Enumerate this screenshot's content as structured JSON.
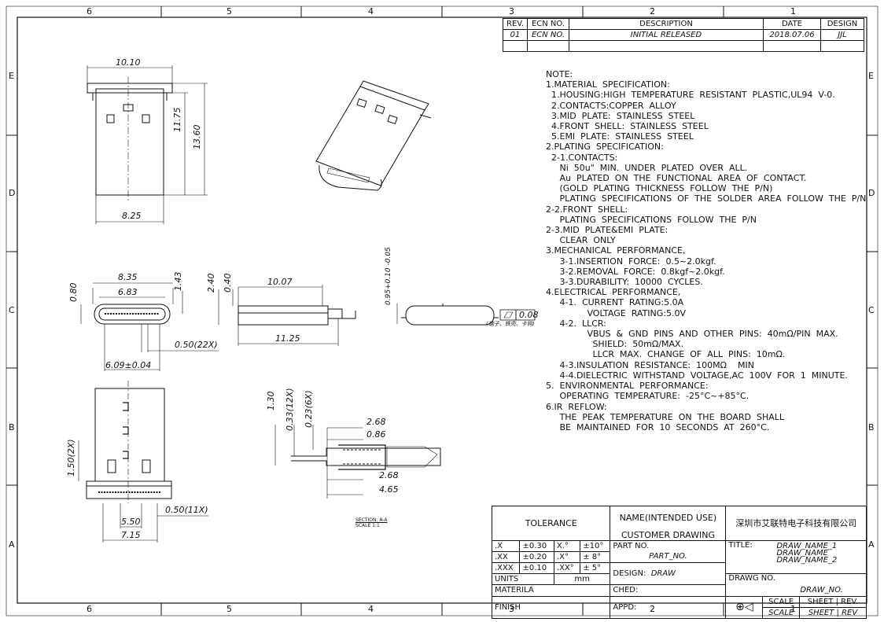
{
  "frame": {
    "cols_top": [
      "6",
      "5",
      "4",
      "3",
      "2",
      "1"
    ],
    "cols_bottom": [
      "6",
      "5",
      "4",
      "3",
      "2",
      "1"
    ],
    "rows_left": [
      "E",
      "D",
      "C",
      "B",
      "A"
    ],
    "rows_right": [
      "E",
      "D",
      "C",
      "B",
      "A"
    ]
  },
  "revision": {
    "headers": [
      "REV.",
      "ECN NO.",
      "DESCRIPTION",
      "DATE",
      "DESIGN"
    ],
    "row": [
      "01",
      "ECN NO.",
      "INITIAL RELEASED",
      "2018.07.06",
      "JJL"
    ]
  },
  "dims": {
    "top_width": "10.10",
    "h_1175": "11.75",
    "h_1360": "13.60",
    "bottom_width": "8.25",
    "w_835": "8.35",
    "w_683": "6.83",
    "v_080": "0.80",
    "v_143": "1.43",
    "v_240": "2.40",
    "v_040": "0.40",
    "w_1007": "10.07",
    "w_1125": "11.25",
    "pitch22": "0.50(22X)",
    "w_609": "6.09±0.04",
    "v_095": "0.95+0.10\n-0.05",
    "flat": "0.08",
    "flat_note": "(端子、铁壳、卡钩)",
    "v_130": "1.30",
    "v_033": "0.33(12X)",
    "v_023": "0.23(6X)",
    "w_268a": "2.68",
    "w_086": "0.86",
    "w_268b": "2.68",
    "w_465": "4.65",
    "v_150": "1.50(2X)",
    "pitch11": "0.50(11X)",
    "w_550": "5.50",
    "w_715": "7.15",
    "section": "SECTION: A-A",
    "scale": "SCALE 1:1"
  },
  "notes": [
    "NOTE:",
    "1.MATERIAL  SPECIFICATION:",
    "  1.HOUSING:HIGH  TEMPERATURE  RESISTANT  PLASTIC,UL94  V-0.",
    "  2.CONTACTS:COPPER  ALLOY",
    "  3.MID  PLATE:  STAINLESS  STEEL",
    "  4.FRONT  SHELL:  STAINLESS  STEEL",
    "  5.EMI  PLATE:  STAINLESS  STEEL",
    "2.PLATING  SPECIFICATION:",
    "  2-1.CONTACTS:",
    "     Ni  50u\"  MIN.  UNDER  PLATED  OVER  ALL.",
    "     Au  PLATED  ON  THE  FUNCTIONAL  AREA  OF  CONTACT.",
    "     (GOLD  PLATING  THICKNESS  FOLLOW  THE  P/N)",
    "     PLATING  SPECIFICATIONS  OF  THE  SOLDER  AREA  FOLLOW  THE  P/N",
    "2-2.FRONT  SHELL:",
    "     PLATING  SPECIFICATIONS  FOLLOW  THE  P/N",
    "2-3.MID  PLATE&EMI  PLATE:",
    "     CLEAR  ONLY",
    "3.MECHANICAL  PERFORMANCE,",
    "     3-1.INSERTION  FORCE:  0.5~2.0kgf.",
    "     3-2.REMOVAL  FORCE:  0.8kgf~2.0kgf.",
    "     3-3.DURABILITY:  10000  CYCLES.",
    "4.ELECTRICAL  PERFORMANCE,",
    "     4-1.  CURRENT  RATING:5.0A",
    "               VOLTAGE  RATING:5.0V",
    "     4-2.  LLCR:",
    "               VBUS  &  GND  PINS  AND  OTHER  PINS:  40mΩ/PIN  MAX.",
    "                 SHIELD:  50mΩ/MAX.",
    "                 LLCR  MAX.  CHANGE  OF  ALL  PINS:  10mΩ.",
    "     4-3.INSULATION  RESISTANCE:  100MΩ    MIN",
    "     4-4.DIELECTRIC  WITHSTAND  VOLTAGE,AC  100V  FOR  1  MINUTE.",
    "5.  ENVIRONMENTAL  PERFORMANCE:",
    "     OPERATING  TEMPERATURE:  -25°C~+85°C.",
    "6.IR  REFLOW:",
    "     THE  PEAK  TEMPERATURE  ON  THE  BOARD  SHALL",
    "     BE  MAINTAINED  FOR  10  SECONDS  AT  260°C."
  ],
  "title_block": {
    "tolerance": "TOLERANCE",
    "tol_rows": [
      [
        ".X",
        "±0.30",
        "X.°",
        "±10°"
      ],
      [
        ".XX",
        "±0.20",
        ".X°",
        "±  8°"
      ],
      [
        ".XXX",
        "±0.10",
        ".XX°",
        "±  5°"
      ]
    ],
    "units_label": "UNITS",
    "units_value": "mm",
    "material_label": "MATERILA",
    "finish_label": "FINISH",
    "name_label": "NAME(INTENDED  USE)",
    "name_value": "CUSTOMER  DRAWING",
    "company": "深圳市艾联特电子科技有限公司",
    "part_label": "PART  NO.",
    "part_value": "PART_NO.",
    "title_label": "TITLE:",
    "title_lines": [
      "DRAW_NAME_1",
      "DRAW_NAME",
      "DRAW_NAME_2"
    ],
    "design_label": "DESIGN:",
    "design_value": "DRAW",
    "drawg_label": "DRAWG  NO.",
    "drawg_value": "DRAW_NO.",
    "ched_label": "CHED:",
    "appd_label": "APPD:",
    "scale_label": "SCALE",
    "sheet_label": "SHEET",
    "rev_label": "REV.",
    "scale_value": "SCALE",
    "sheet_value": "SHEET",
    "rev_value": "REV"
  }
}
